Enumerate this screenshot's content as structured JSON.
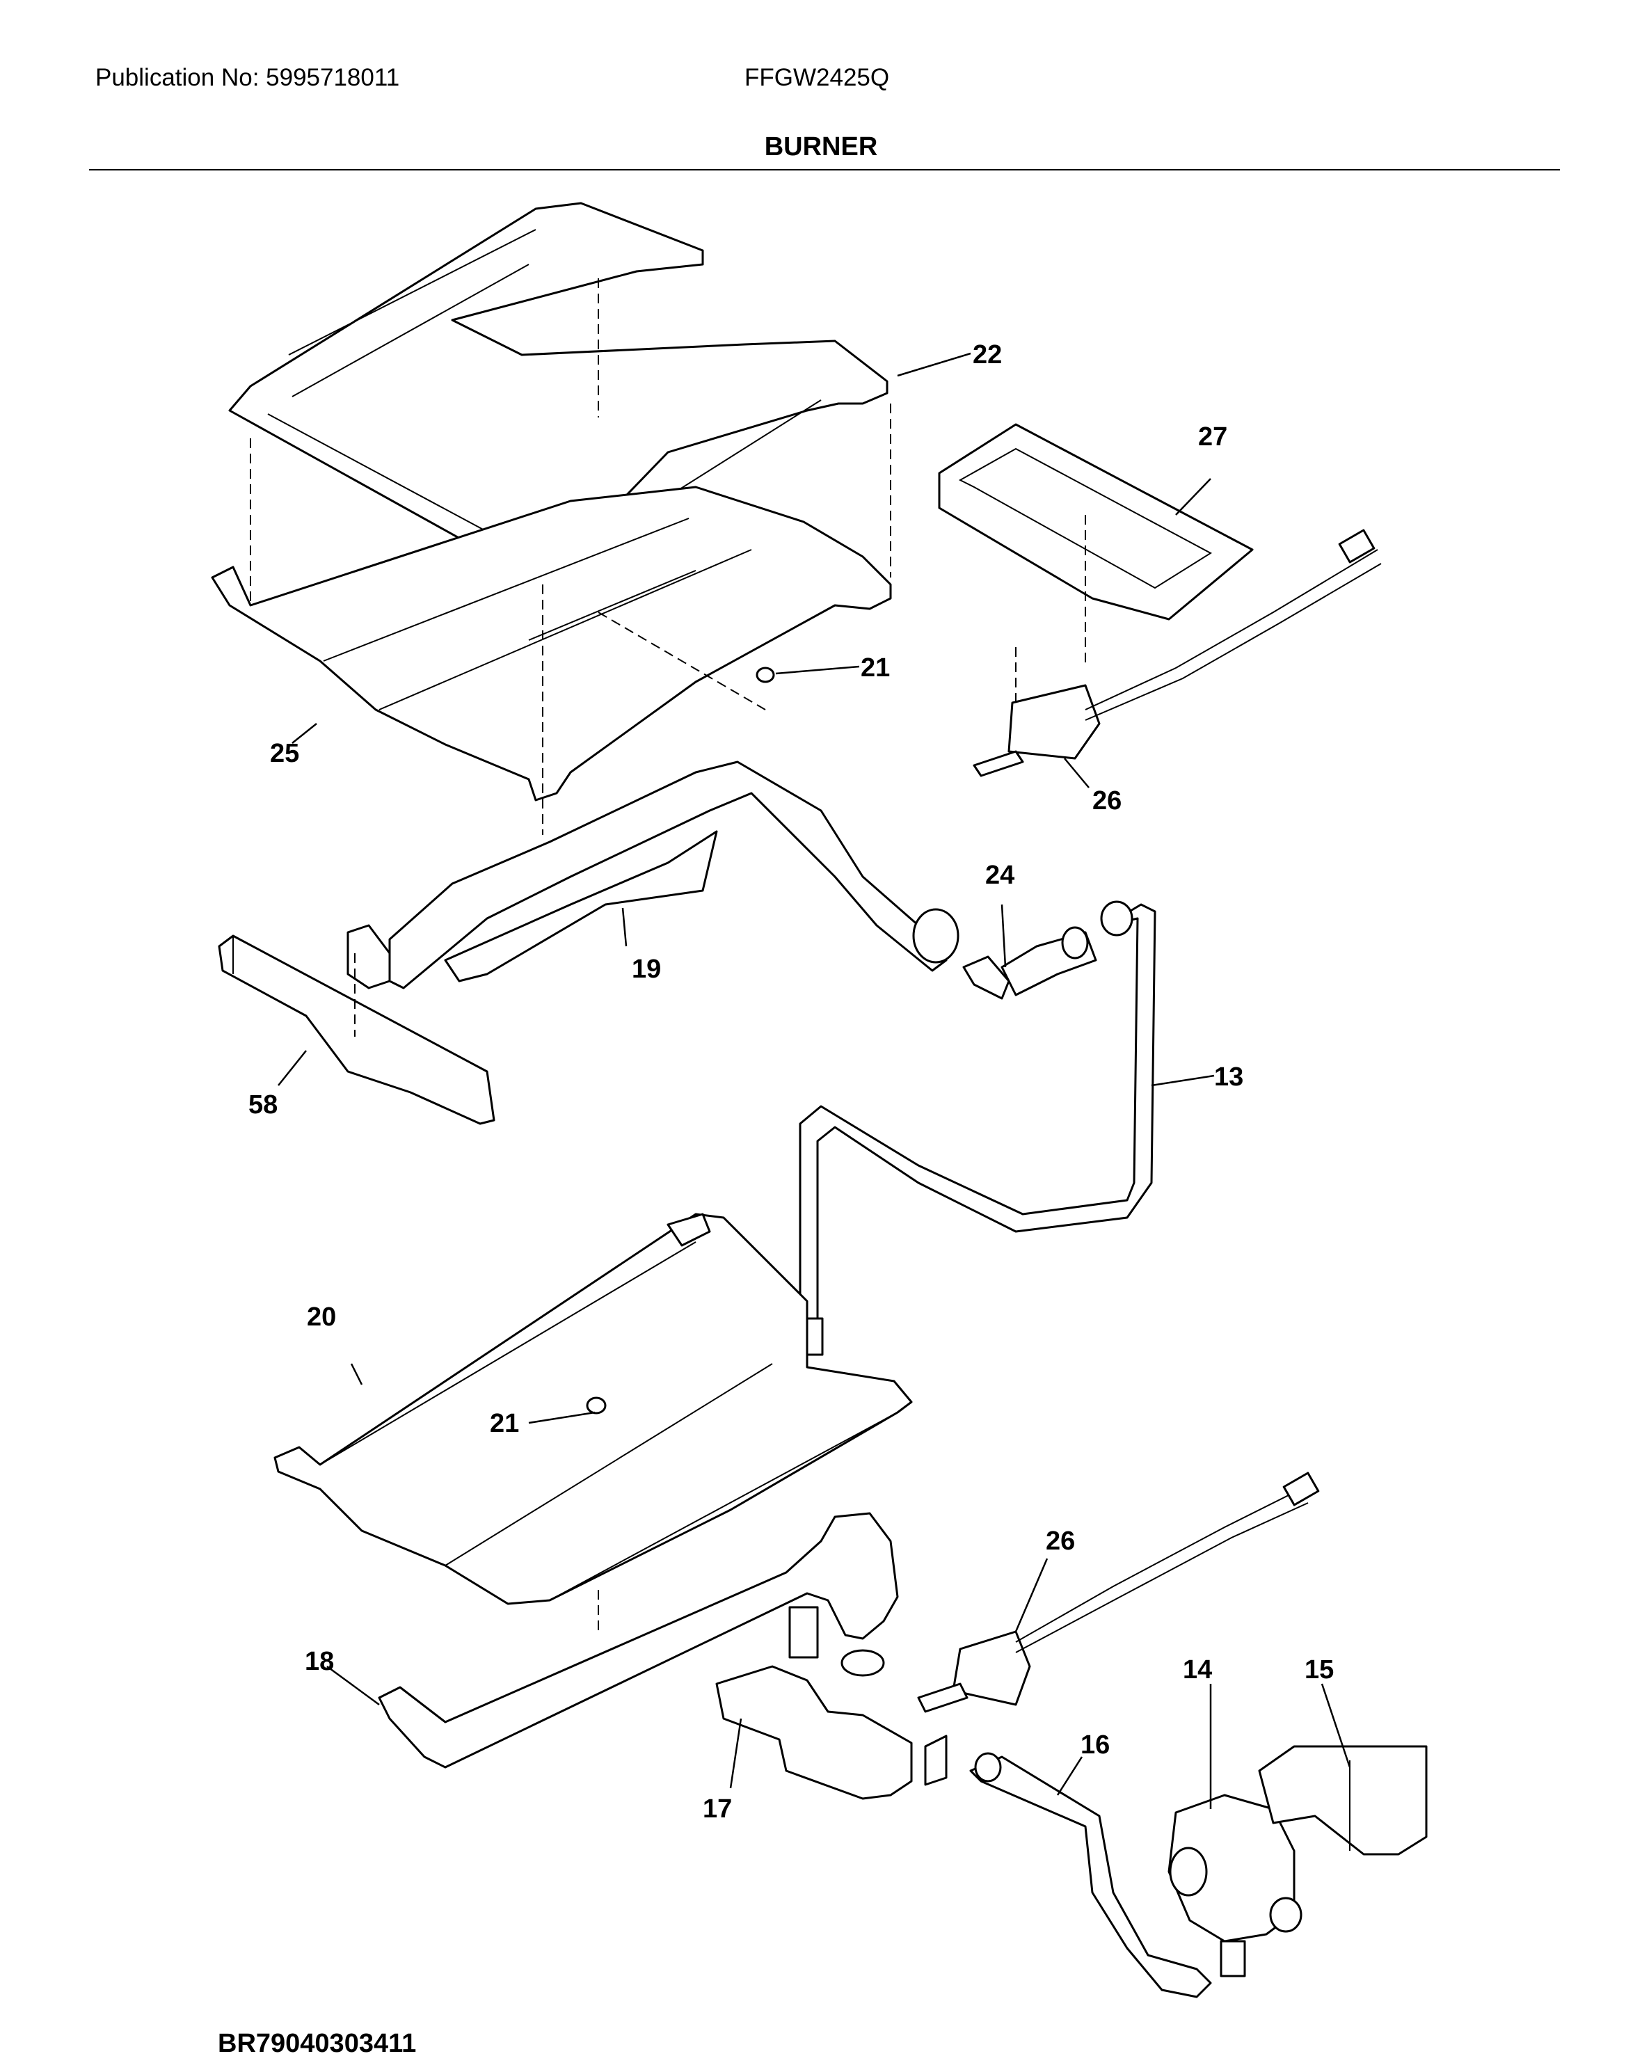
{
  "header": {
    "publication": "Publication No: 5995718011",
    "model": "FFGW2425Q",
    "title": "BURNER"
  },
  "footer": {
    "code": "BR79040303411"
  },
  "parts": {
    "p13": "13",
    "p14": "14",
    "p15": "15",
    "p16": "16",
    "p17": "17",
    "p18": "18",
    "p19": "19",
    "p20": "20",
    "p21a": "21",
    "p21b": "21",
    "p22": "22",
    "p24": "24",
    "p25": "25",
    "p26a": "26",
    "p26b": "26",
    "p27": "27",
    "p58": "58"
  }
}
